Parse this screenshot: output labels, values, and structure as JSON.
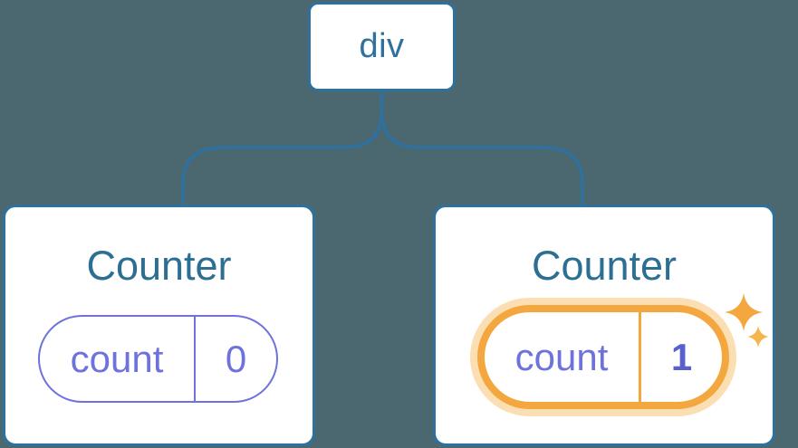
{
  "colors": {
    "background": "#4B6871",
    "blue": "#2E709E",
    "heading": "#2D6E93",
    "purple": "#6E72DC",
    "purple_bold": "#5A5FCE",
    "orange": "#F4A63F",
    "orange_halo": "#FBDFB2"
  },
  "tree": {
    "root": {
      "label": "div"
    },
    "left_counter": {
      "title": "Counter",
      "state_key": "count",
      "state_value": "0"
    },
    "right_counter": {
      "title": "Counter",
      "state_key": "count",
      "state_value": "1",
      "highlighted": true,
      "highlight_icon": "sparkles-icon"
    }
  }
}
